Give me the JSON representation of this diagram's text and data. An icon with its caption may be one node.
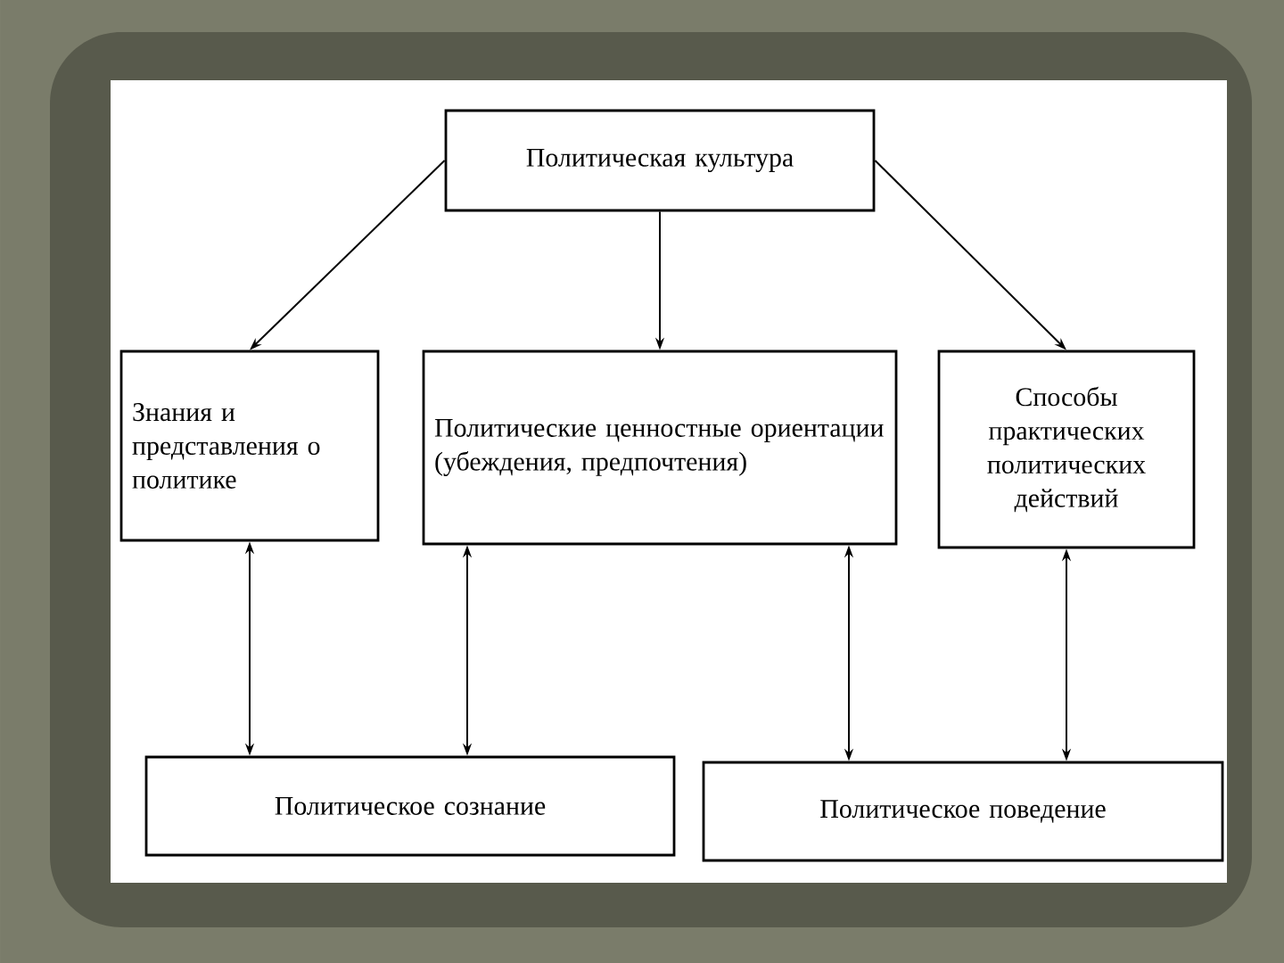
{
  "diagram": {
    "nodes": [
      {
        "text": [
          "Политическая культура"
        ]
      },
      {
        "text": [
          "Знания и представления о политике"
        ]
      },
      {
        "text": [
          "Политические ценностные ориентации (убеждения, предпочтения)"
        ]
      },
      {
        "text": [
          "Способы практических политических действий"
        ]
      },
      {
        "text": [
          "Политическое сознание"
        ]
      },
      {
        "text": [
          "Политическое поведение"
        ]
      }
    ],
    "edges": [
      {
        "from": 0,
        "to": 1,
        "arrow": "to"
      },
      {
        "from": 0,
        "to": 2,
        "arrow": "to"
      },
      {
        "from": 0,
        "to": 3,
        "arrow": "to"
      },
      {
        "from": 1,
        "to": 4,
        "arrow": "both"
      },
      {
        "from": 2,
        "to": 4,
        "arrow": "both"
      },
      {
        "from": 2,
        "to": 5,
        "arrow": "both"
      },
      {
        "from": 3,
        "to": 5,
        "arrow": "both"
      }
    ]
  }
}
